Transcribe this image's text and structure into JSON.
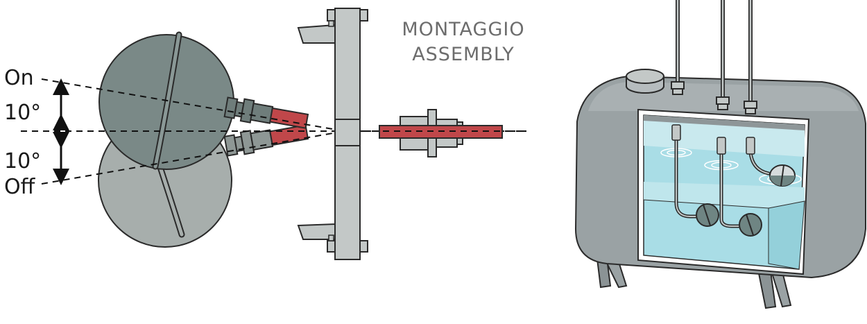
{
  "labels": {
    "on": "On",
    "off": "Off",
    "angle_top": "10°",
    "angle_bottom": "10°",
    "title_it": "MONTAGGIO",
    "title_en": "ASSEMBLY"
  },
  "colors": {
    "float_dark": "#7a8987",
    "float_light": "#a7aeac",
    "steel": "#c3c8c7",
    "tank": "#9aa2a4",
    "red_rod": "#c0474a",
    "water": "#a9dde6",
    "water_surface": "#d3eff3",
    "stroke": "#2a2a2a"
  }
}
